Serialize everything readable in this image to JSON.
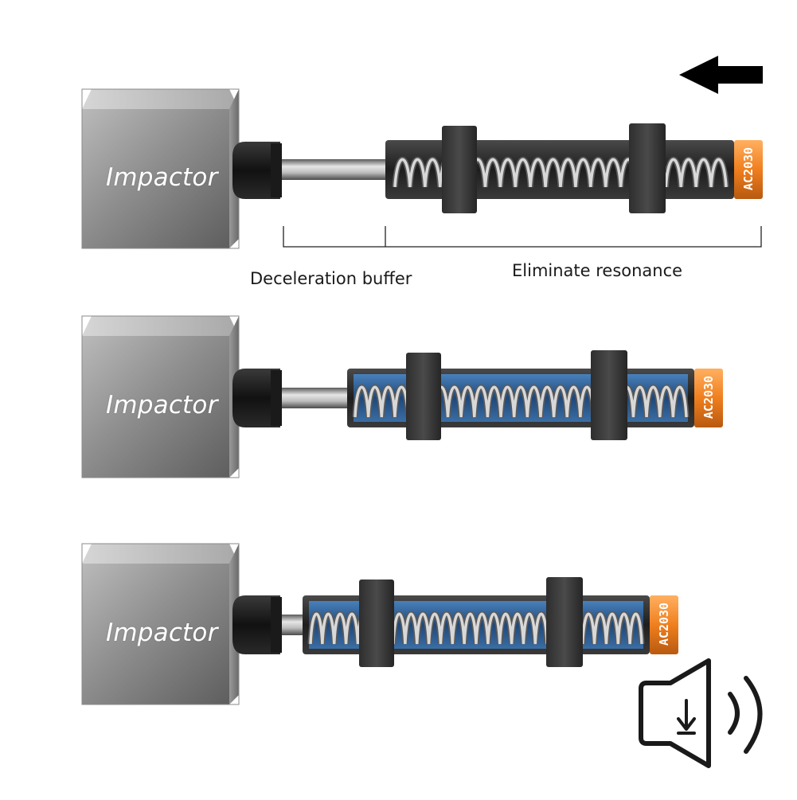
{
  "diagram": {
    "impactor_label": "Impactor",
    "model_label": "AC2030",
    "captions": {
      "deceleration": "Deceleration buffer",
      "resonance": "Eliminate resonance"
    },
    "colors": {
      "cap": "#f07f1e",
      "body": "#1e1e1e",
      "oil": "#2f6fb0",
      "steel": "#9a9a9a",
      "arrow": "#000000"
    },
    "icons": [
      "arrow-left-icon",
      "speaker-volume-down-icon"
    ]
  }
}
